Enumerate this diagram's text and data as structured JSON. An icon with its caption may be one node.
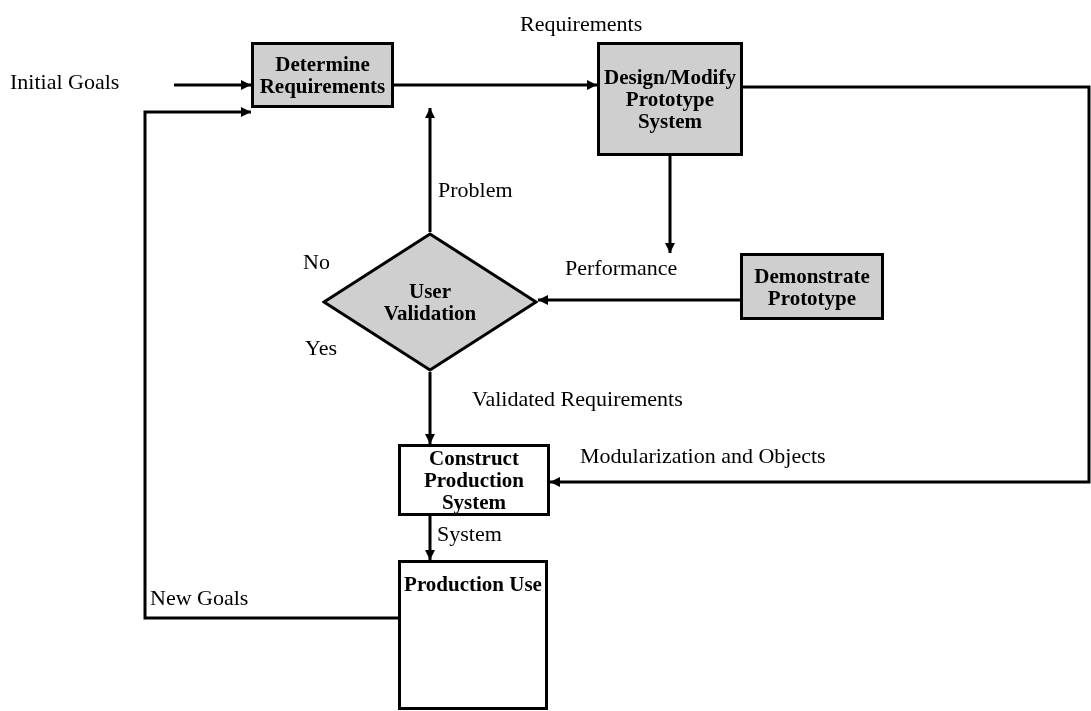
{
  "diagram": {
    "nodes": [
      {
        "text": [
          "Determine Requirements"
        ]
      },
      {
        "text": [
          "Design/Modify Prototype System"
        ]
      },
      {
        "text": [
          "Demonstrate Prototype"
        ]
      },
      {
        "text": [
          "User Validation"
        ],
        "beside": [
          "No",
          "Yes"
        ]
      },
      {
        "text": [
          "Construct Production System"
        ]
      },
      {
        "text": [
          "Production Use"
        ]
      }
    ],
    "edges": [
      {
        "from": null,
        "to": 0,
        "arrow": "to",
        "label": "Initial Goals"
      },
      {
        "from": 0,
        "to": 1,
        "arrow": "to",
        "label": "Requirements"
      },
      {
        "from": 1,
        "to": 2,
        "arrow": "to"
      },
      {
        "from": 2,
        "to": 3,
        "arrow": "to",
        "label": "Performance"
      },
      {
        "from": 3,
        "to": 0,
        "arrow": "to",
        "label": "Problem"
      },
      {
        "from": 3,
        "to": 4,
        "arrow": "to",
        "label": "Validated Requirements"
      },
      {
        "from": 1,
        "to": 4,
        "arrow": "to",
        "label": "Modularization and Objects"
      },
      {
        "from": 4,
        "to": 5,
        "arrow": "to",
        "label": "System"
      },
      {
        "from": 5,
        "to": 0,
        "arrow": "to",
        "label": "New Goals"
      }
    ]
  }
}
